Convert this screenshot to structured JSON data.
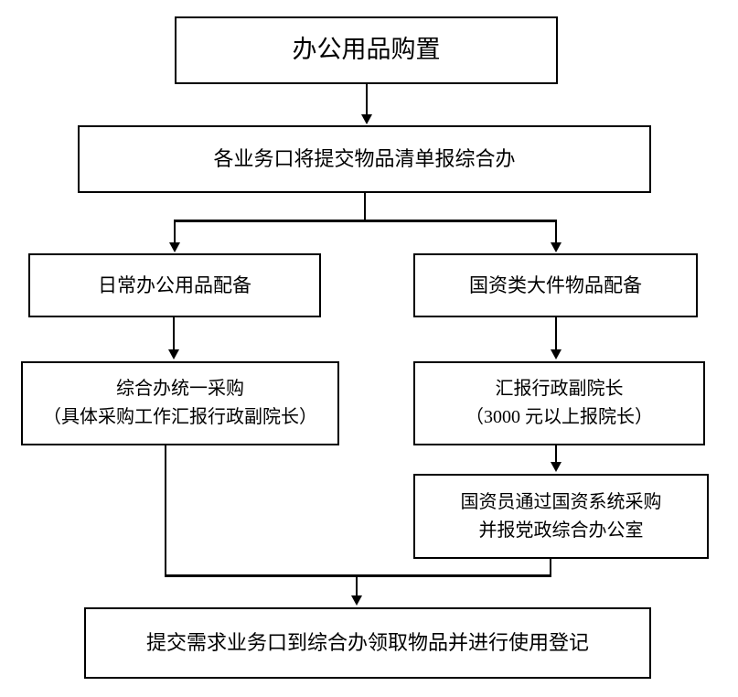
{
  "diagram": {
    "title": "办公用品购置",
    "nodes": {
      "title_node": {
        "line1": "办公用品购置"
      },
      "submit_list": {
        "line1": "各业务口将提交物品清单报综合办"
      },
      "daily_supplies": {
        "line1": "日常办公用品配备"
      },
      "state_asset_items": {
        "line1": "国资类大件物品配备"
      },
      "unified_purchase": {
        "line1": "综合办统一采购",
        "line2": "（具体采购工作汇报行政副院长）"
      },
      "report_vice_dean": {
        "line1": "汇报行政副院长",
        "line2": "（3000 元以上报院长）"
      },
      "asset_system_purchase": {
        "line1": "国资员通过国资系统采购",
        "line2": "并报党政综合办公室"
      },
      "collect_and_register": {
        "line1": "提交需求业务口到综合办领取物品并进行使用登记"
      }
    },
    "colors": {
      "border": "#000000",
      "background": "#ffffff",
      "text": "#000000"
    }
  }
}
